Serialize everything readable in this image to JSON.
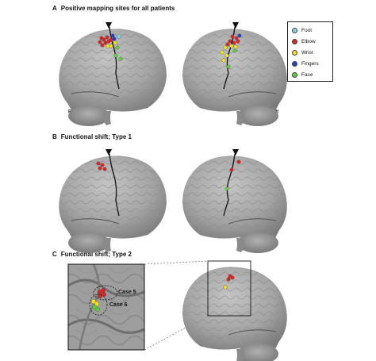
{
  "panels": {
    "a": {
      "letter": "A",
      "title": "Positive mapping sites for all patients"
    },
    "b": {
      "letter": "B",
      "title": "Functional shift; Type 1"
    },
    "c": {
      "letter": "C",
      "title": "Functional shift; Type 2"
    }
  },
  "hemispheres": {
    "right": "Right",
    "left": "Left"
  },
  "legend": {
    "items": [
      {
        "label": "Foot",
        "color": "#7fd8e0"
      },
      {
        "label": "Elbow",
        "color": "#d42828"
      },
      {
        "label": "Wrist",
        "color": "#f0e020"
      },
      {
        "label": "Fingers",
        "color": "#2840c8"
      },
      {
        "label": "Face",
        "color": "#60cc40"
      }
    ]
  },
  "cases": {
    "case5": "Case 5",
    "case6": "Case 6"
  },
  "colors": {
    "brain": "#a9a9a9",
    "brain_dark": "#7e7e7e",
    "sulcus": "#111111"
  }
}
